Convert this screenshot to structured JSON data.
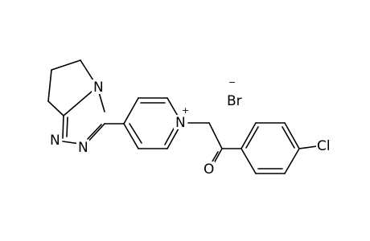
{
  "atoms": {
    "n_fused": "N",
    "n_ring_left": "N",
    "n_ring_right": "N",
    "n_pyridinium": "N",
    "pyridinium_charge": "+",
    "carbonyl_o": "O",
    "chlorine": "Cl",
    "bromide": "Br",
    "bromide_charge": "−"
  }
}
